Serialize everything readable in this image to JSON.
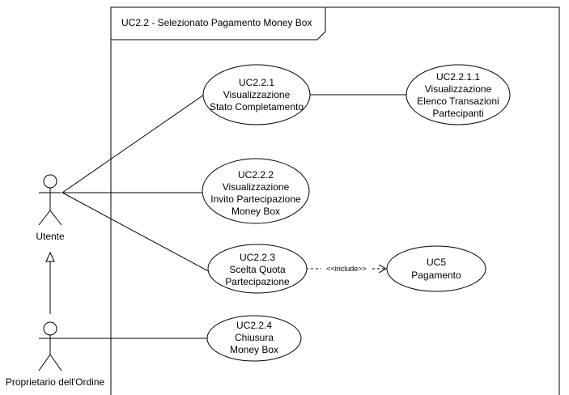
{
  "system_boundary": {
    "title": "UC2.2 - Selezionato Pagamento Money Box"
  },
  "actors": {
    "utente": {
      "label": "Utente"
    },
    "proprietario": {
      "label": "Proprietario dell'Ordine"
    }
  },
  "use_cases": {
    "uc221": {
      "lines": [
        "UC2.2.1",
        "Visualizzazione",
        "Stato Completamento"
      ]
    },
    "uc2211": {
      "lines": [
        "UC2.2.1.1",
        "Visualizzazione",
        "Elenco Transazioni",
        "Partecipanti"
      ]
    },
    "uc222": {
      "lines": [
        "UC2.2.2",
        "Visualizzazione",
        "Invito Partecipazione",
        "Money Box"
      ]
    },
    "uc223": {
      "lines": [
        "UC2.2.3",
        "Scelta Quota",
        "Partecipazione"
      ]
    },
    "uc5": {
      "lines": [
        "UC5",
        "Pagamento"
      ]
    },
    "uc224": {
      "lines": [
        "UC2.2.4",
        "Chiusura",
        "Money Box"
      ]
    }
  },
  "relations": {
    "include_label": "<<include>>"
  }
}
